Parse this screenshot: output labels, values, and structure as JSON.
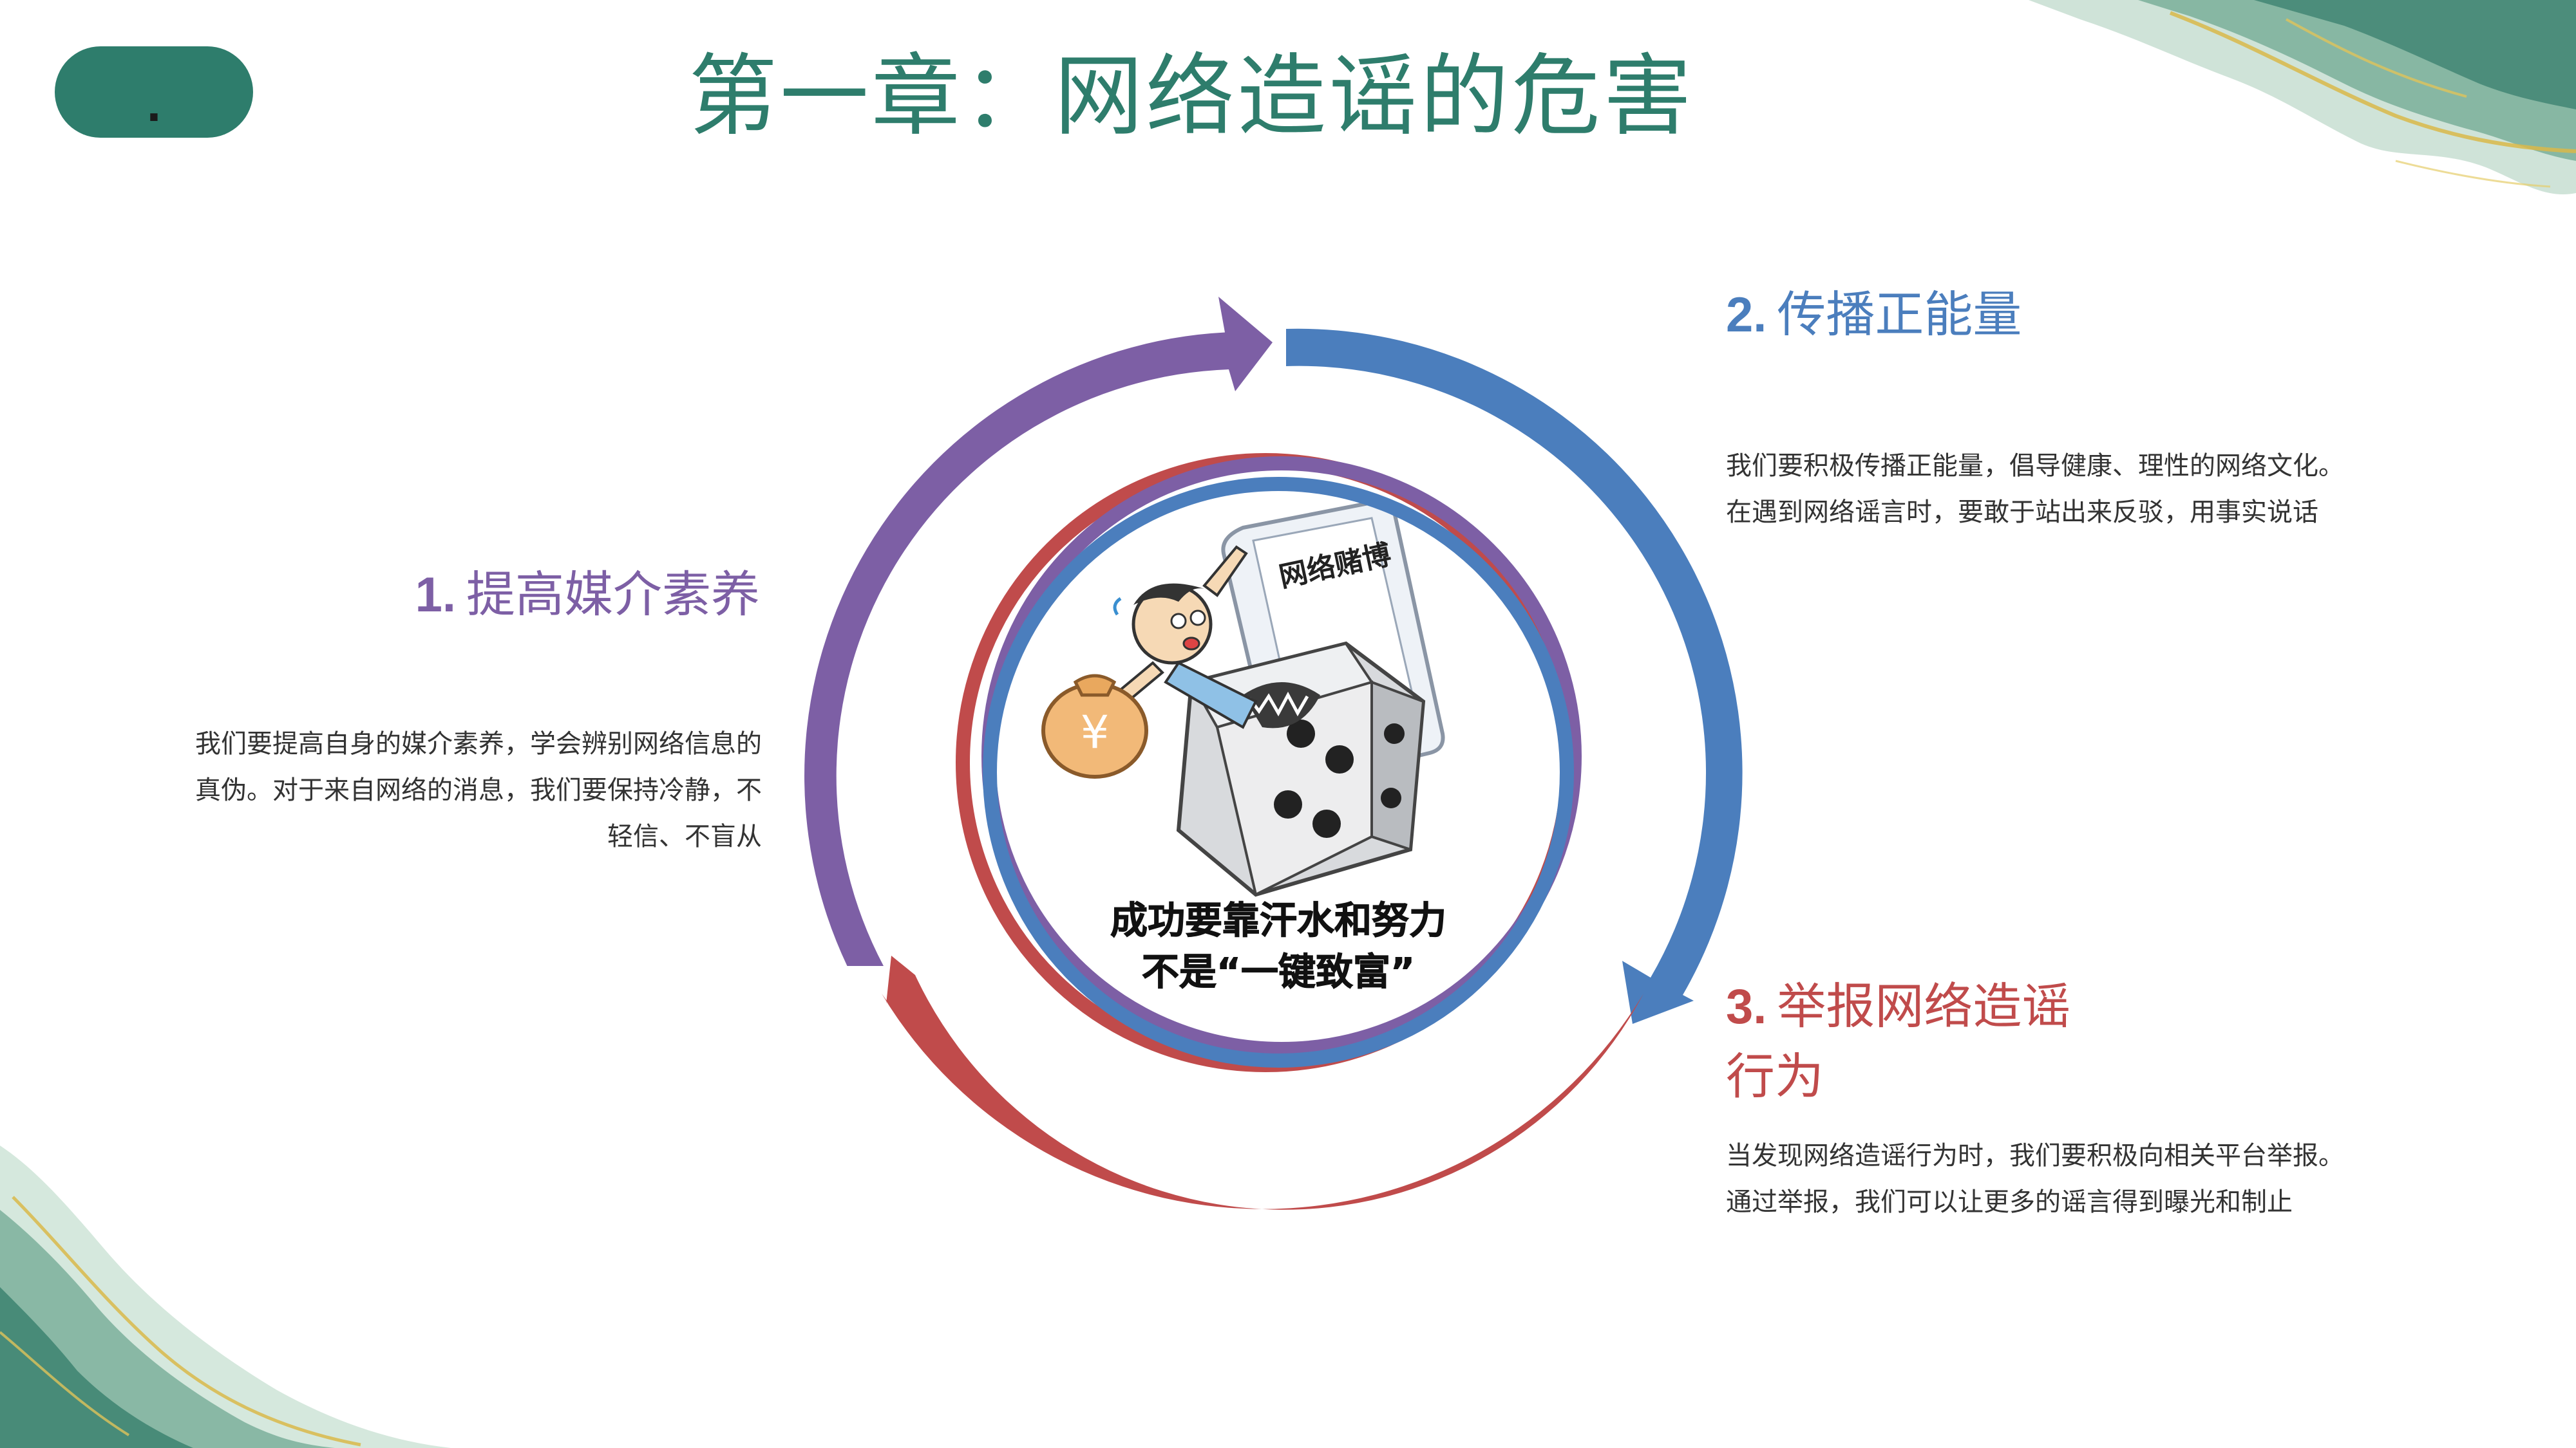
{
  "header": {
    "badge_text": ".",
    "title": "第一章：网络造谣的危害"
  },
  "center_image": {
    "sign_text": "网络赌博",
    "caption_line1": "成功要靠汗水和努力",
    "caption_line2": "不是“一键致富”",
    "description": "cartoon of a man being swallowed by a giant die emerging from a phone screen labeled 网络赌博"
  },
  "points": [
    {
      "number": "1.",
      "title": "提高媒介素养",
      "body": "我们要提高自身的媒介素养，学会辨别网络信息的真伪。对于来自网络的消息，我们要保持冷静，不轻信、不盲从",
      "color": "#7d5fa5"
    },
    {
      "number": "2.",
      "title": "传播正能量",
      "body": "我们要积极传播正能量，倡导健康、理性的网络文化。在遇到网络谣言时，要敢于站出来反驳，用事实说话",
      "color": "#4b7ebd"
    },
    {
      "number": "3.",
      "title": "举报网络造谣行为",
      "body": "当发现网络造谣行为时，我们要积极向相关平台举报。通过举报，我们可以让更多的谣言得到曝光和制止",
      "color": "#c04b4b"
    }
  ],
  "colors": {
    "title_green": "#2e7d6c",
    "purple": "#7d5fa5",
    "blue": "#4b7ebd",
    "red": "#c04b4b"
  }
}
